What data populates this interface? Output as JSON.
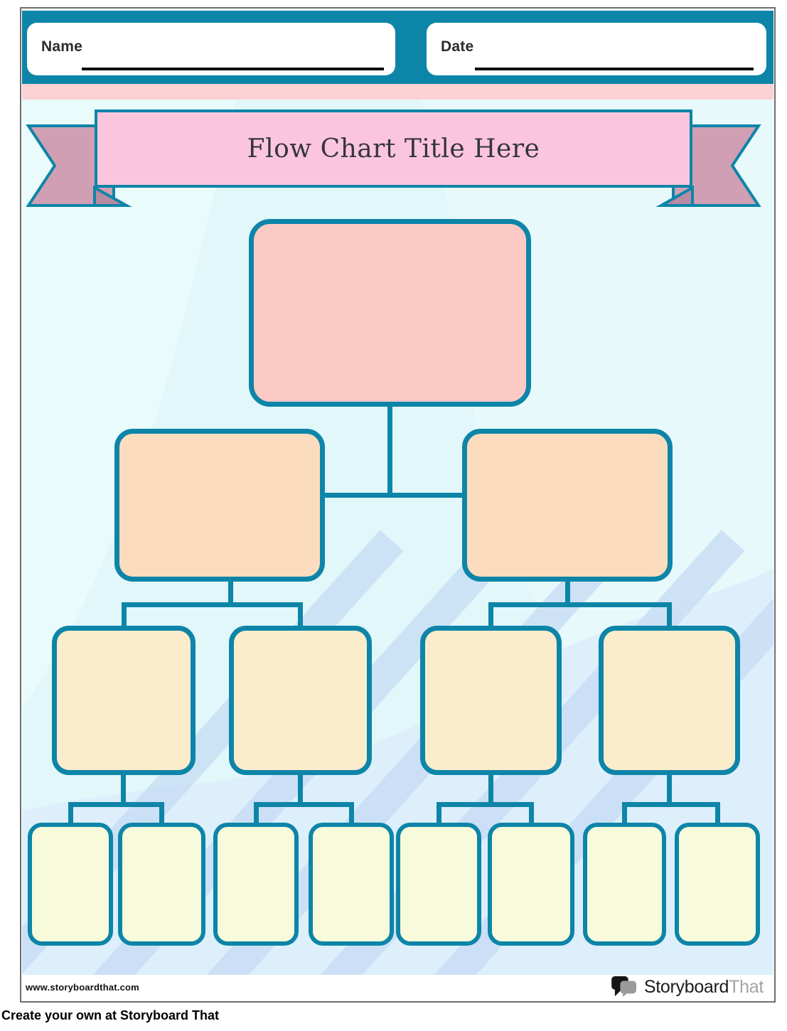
{
  "page": {
    "header": {
      "name_label": "Name",
      "date_label": "Date"
    },
    "banner": {
      "title": "Flow Chart Title Here"
    },
    "footer": {
      "website": "www.storyboardthat.com",
      "logo_part1": "Storyboard",
      "logo_part2": "That"
    },
    "caption": "Create your own at Storyboard That"
  },
  "diagram": {
    "type": "flowchart-template",
    "description": "Blank flow chart worksheet: 1 root box, 2 second-level boxes, 4 third-level boxes, 8 fourth-level boxes connected by teal lines; all boxes are empty fill-in fields",
    "levels": [
      {
        "level": 1,
        "count": 1,
        "fill": "#fccac5"
      },
      {
        "level": 2,
        "count": 2,
        "fill": "#fcdcbe"
      },
      {
        "level": 3,
        "count": 4,
        "fill": "#fbedcc"
      },
      {
        "level": 4,
        "count": 8,
        "fill": "#f7fbdc"
      }
    ]
  },
  "colors": {
    "teal": "#0d85a8",
    "pink-strip": "#fcd1d3",
    "banner-pink": "#fbc6dd",
    "ribbon": "#d09fb4",
    "ribbon-fold": "#b98aa1",
    "node1": "#fccac5",
    "node2": "#fcdcbe",
    "node3": "#fbedcc",
    "node4": "#f7fbdc",
    "canvas-bg": "#e1f7fa",
    "stripe": "#c8ddf5",
    "wash": "#dcedfb",
    "frame-border": "#6e6e6e",
    "ink": "#2b2b2b",
    "logo-gray": "#a3a3a3"
  }
}
